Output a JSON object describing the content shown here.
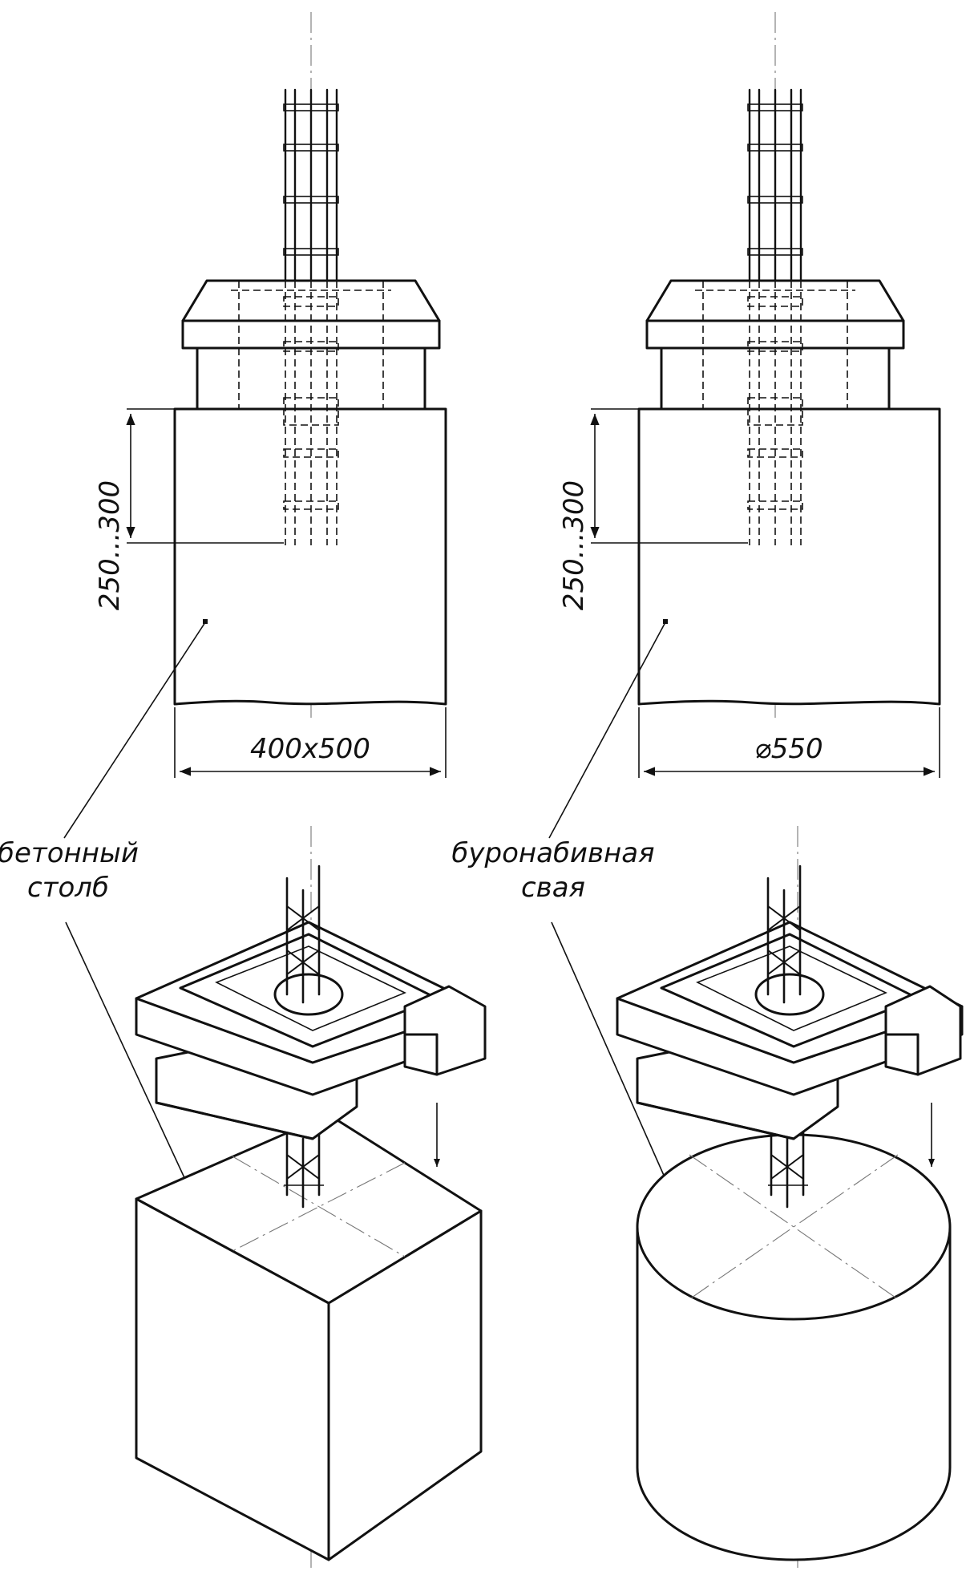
{
  "left": {
    "embed_depth": "250...300",
    "section_size": "400x500",
    "label_line1": "бетонный",
    "label_line2": "столб"
  },
  "right": {
    "embed_depth": "250...300",
    "section_size": "⌀550",
    "label_line1": "буронабивная",
    "label_line2": "свая"
  }
}
